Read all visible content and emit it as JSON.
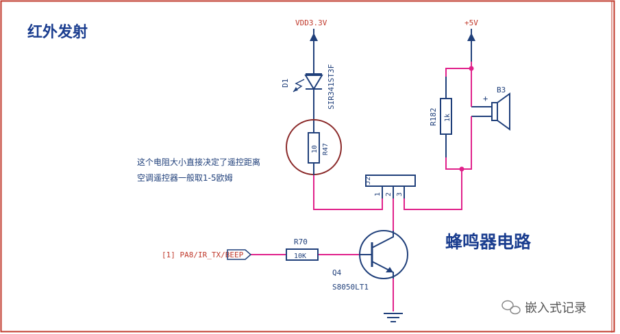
{
  "titles": {
    "ir_section": "红外发射",
    "buzzer_section": "蜂鸣器电路"
  },
  "power": {
    "vdd_label": "VDD3.3V",
    "v5_label": "+5V"
  },
  "components": {
    "d1": {
      "ref": "D1",
      "value": "SIR341ST3F"
    },
    "r47": {
      "ref": "R47",
      "value": "10"
    },
    "r182": {
      "ref": "R182",
      "value": "1k"
    },
    "b3": {
      "ref": "B3",
      "polarity": "+"
    },
    "j2": {
      "ref": "J2",
      "pins": [
        "1",
        "2",
        "3"
      ]
    },
    "r70": {
      "ref": "R70",
      "value": "10K"
    },
    "q4": {
      "ref": "Q4",
      "value": "S8050LT1"
    }
  },
  "net_label": "[1] PA8/IR_TX/BEEP",
  "annotation": {
    "line1": "这个电阻大小直接决定了遥控距离",
    "line2": "空调遥控器一般取1-5欧姆"
  },
  "watermark": "嵌入式记录",
  "colors": {
    "wire": "#e0208a",
    "symbol": "#1f3f7a",
    "power_text": "#c0392b",
    "frame": "#c0392b",
    "title": "#1a3d8f",
    "highlight": "#8b2a2a"
  }
}
